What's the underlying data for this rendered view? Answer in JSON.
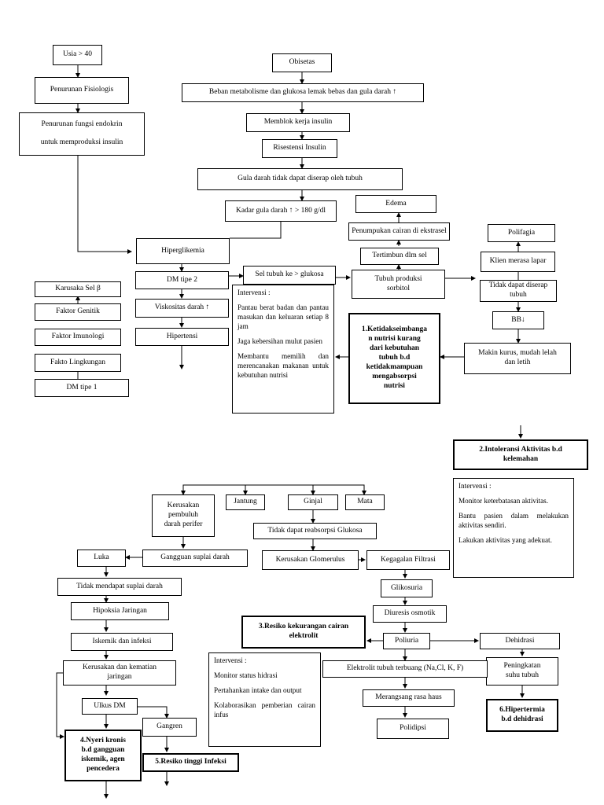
{
  "nodes": {
    "usia": "Usia > 40",
    "penurunan_fisiologis": "Penurunan Fisiologis",
    "penurunan_fungsi": "Penurunan fungsi endokrin\n\nuntuk memproduksi insulin",
    "obisetas": "Obisetas",
    "beban": "Beban metabolisme dan glukosa lemak bebas dan gula darah ↑",
    "memblok": "Memblok kerja insulin",
    "risestensi": "Risestensi Insulin",
    "gula_tidak_diserap": "Gula darah tidak dapat diserap oleh tubuh",
    "kadar_gula": "Kadar gula darah ↑ > 180 g/dl",
    "edema": "Edema",
    "penumpukan": "Penumpukan cairan di ekstrasel",
    "polifagia": "Polifagia",
    "hiperglikemia": "Hiperglikemia",
    "tertimbun": "Tertimbun dlm sel",
    "klien_lapar": "Klien merasa lapar",
    "dm_tipe2": "DM tipe 2",
    "sel_tubuh": "Sel tubuh ke > glukosa",
    "tubuh_sorbitol": "Tubuh produksi\nsorbitol",
    "tidak_diserap_tubuh": "Tidak dapat diserap\ntubuh",
    "karusaka": "Karusaka Sel β",
    "viskositas": "Viskositas darah ↑",
    "faktor_genitik": "Faktor Genitik",
    "bb": "BB↓",
    "hipertensi": "Hipertensi",
    "faktor_imunologi": "Faktor Imunologi",
    "makin_kurus": "Makin kurus, mudah lelah\ndan letih",
    "fakto_lingkungan": "Fakto Lingkungan",
    "dm_tipe1": "DM tipe 1",
    "kerusakan_pembuluh": "Kerusakan\npembuluh\ndarah perifer",
    "jantung": "Jantung",
    "ginjal": "Ginjal",
    "mata": "Mata",
    "tidak_reabsorpsi": "Tidak dapat reabsorpsi Glukosa",
    "luka": "Luka",
    "gangguan_suplai": "Gangguan suplai darah",
    "kerusakan_glomerulus": "Kerusakan Glomerulus",
    "kegagalan_filtrasi": "Kegagalan Filtrasi",
    "tidak_mendapat_suplai": "Tidak mendapat suplai darah",
    "glikosuria": "Glikosuria",
    "hipoksia": "Hipoksia Jaringan",
    "diuresis": "Diuresis osmotik",
    "iskemik_infeksi": "Iskemik dan infeksi",
    "poliuria": "Poliuria",
    "dehidrasi": "Dehidrasi",
    "kerusakan_kematian": "Kerusakan dan kematian\njaringan",
    "peningkatan_suhu": "Peningkatan\nsuhu tubuh",
    "elektrolit_terbuang": "Elektrolit tubuh terbuang (Na,Cl, K, F)",
    "merangsang_haus": "Merangsang rasa haus",
    "ulkus": "Ulkus DM",
    "gangren": "Gangren",
    "polidipsi": "Polidipsi"
  },
  "diagnoses": {
    "d1": "1.Ketidakseimbanga\nn nutrisi kurang\ndari kebutuhan\ntubuh b.d\nketidakmampuan\nmengabsorpsi\nnutrisi",
    "d2": "2.Intoleransi Aktivitas b.d\nkelemahan",
    "d3": "3.Resiko kekurangan cairan\nelektrolit",
    "d4": "4.Nyeri kronis\nb.d gangguan\niskemik, agen\npencedera",
    "d5": "5.Resiko tinggi Infeksi",
    "d6": "6.Hipertermia\nb.d dehidrasi"
  },
  "interventions": {
    "iv1": {
      "title": "Intervensi :",
      "items": [
        "Pantau berat badan dan pantau masukan dan keluaran setiap 8 jam",
        "Jaga kebersihan mulut pasien",
        "Membantu memilih dan merencanakan makanan untuk kebutuhan nutrisi"
      ]
    },
    "iv2": {
      "title": "Intervensi :",
      "items": [
        "Monitor keterbatasan aktivitas.",
        "Bantu pasien dalam melakukan aktivitas sendiri.",
        "Lakukan aktivitas yang adekuat."
      ]
    },
    "iv3": {
      "title": "Intervensi :",
      "items": [
        "Monitor status hidrasi",
        "Pertahankan intake dan output",
        "Kolaborasikan pemberian cairan infus"
      ]
    }
  }
}
